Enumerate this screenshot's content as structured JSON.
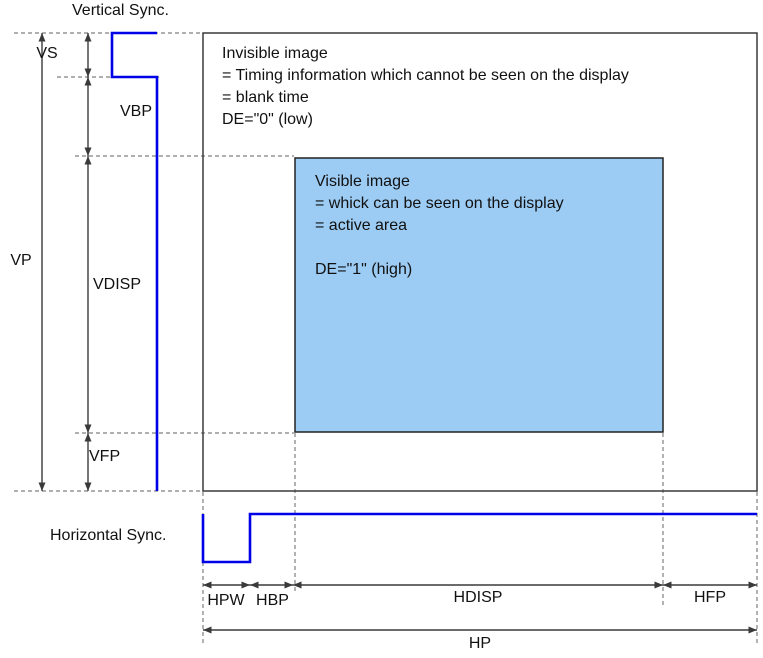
{
  "vertical": {
    "title": "Vertical Sync.",
    "vp_label": "VP",
    "vs_label": "VS",
    "vbp_label": "VBP",
    "vdisp_label": "VDISP",
    "vfp_label": "VFP"
  },
  "horizontal": {
    "title": "Horizontal Sync.",
    "hpw_label": "HPW",
    "hbp_label": "HBP",
    "hdisp_label": "HDISP",
    "hfp_label": "HFP",
    "hp_label": "HP"
  },
  "invisible_image": {
    "line1": "Invisible image",
    "line2": "= Timing information which cannot be seen on the display",
    "line3": "= blank time",
    "line4": "DE=\"0\" (low)"
  },
  "visible_image": {
    "line1": "Visible image",
    "line2": "= whick can be seen on the display",
    "line3": "= active area",
    "line4": "DE=\"1\" (high)"
  },
  "colors": {
    "waveform_blue": "#0101E8",
    "active_area_fill": "#9CCBF3",
    "line_dark": "#3A3A3A",
    "dashed_gray": "#808080"
  }
}
